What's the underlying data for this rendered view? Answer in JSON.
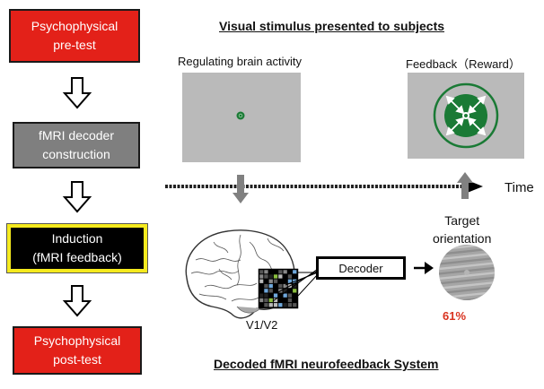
{
  "flow": {
    "steps": [
      {
        "label": "Psychophysical\npre-test",
        "style": "red"
      },
      {
        "label": "fMRI decoder\nconstruction",
        "style": "gray"
      },
      {
        "label": "Induction\n(fMRI feedback)",
        "style": "induction"
      },
      {
        "label": "Psychophysical\npost-test",
        "style": "red"
      }
    ]
  },
  "stimulus": {
    "title": "Visual stimulus presented to subjects",
    "left_panel_label": "Regulating brain activity",
    "right_panel_label": "Feedback（Reward）"
  },
  "timeline": {
    "label": "Time"
  },
  "system": {
    "title": "Decoded fMRI neurofeedback System",
    "region_label": "V1/V2",
    "decoder_label": "Decoder",
    "target_label": "Target\norientation",
    "likelihood": "61%"
  },
  "colors": {
    "red": "#e32119",
    "gray_box": "#7f7f7f",
    "induction_border": "#f5ea1e",
    "stim_green": "#1a7a35",
    "panel_gray": "#bababa",
    "percent_red": "#d9321f",
    "voxel_green": "#8bbf3f",
    "voxel_blue": "#6fa8dc"
  }
}
